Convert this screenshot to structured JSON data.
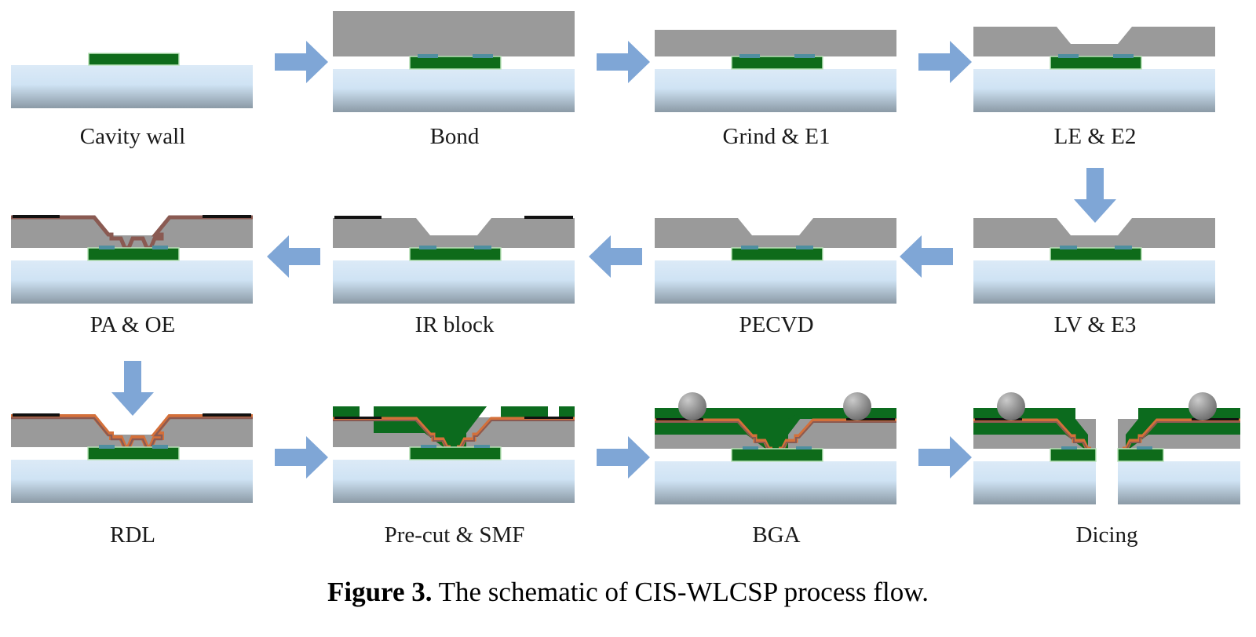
{
  "figure": {
    "caption_label": "Figure 3.",
    "caption_text": "The schematic of CIS-WLCSP process flow."
  },
  "colors": {
    "arrow": "#7fa6d6",
    "arrow_stroke": "#7fa6d6",
    "substrate_top": "#dceaf7",
    "substrate_mid": "#c3dcf0",
    "substrate_bottom": "#8b9aa6",
    "gray_layer": "#9a9a9a",
    "gray_layer_edge": "#8d8d8d",
    "green_die": "#0e6b1a",
    "green_die_edge": "#b8e2b8",
    "teal_pad": "#4e8fa0",
    "ir_black": "#111111",
    "pa_layer": "#8a5a52",
    "rdl_copper": "#d4703a",
    "rdl_copper_dark": "#7a3a20",
    "solder_mask": "#0c6b1e",
    "ball_light": "#c9c9c9",
    "ball_dark": "#6f6f6f",
    "background": "#ffffff"
  },
  "steps": [
    {
      "id": "cavity-wall",
      "label": "Cavity wall",
      "row": 1,
      "col": 1
    },
    {
      "id": "bond",
      "label": "Bond",
      "row": 1,
      "col": 2
    },
    {
      "id": "grind-e1",
      "label": "Grind & E1",
      "row": 1,
      "col": 3
    },
    {
      "id": "le-e2",
      "label": "LE & E2",
      "row": 1,
      "col": 4
    },
    {
      "id": "lv-e3",
      "label": "LV & E3",
      "row": 2,
      "col": 4
    },
    {
      "id": "pecvd",
      "label": "PECVD",
      "row": 2,
      "col": 3
    },
    {
      "id": "ir-block",
      "label": "IR block",
      "row": 2,
      "col": 2
    },
    {
      "id": "pa-oe",
      "label": "PA & OE",
      "row": 2,
      "col": 1
    },
    {
      "id": "rdl",
      "label": "RDL",
      "row": 3,
      "col": 1
    },
    {
      "id": "pre-cut-smf",
      "label": "Pre-cut & SMF",
      "row": 3,
      "col": 2
    },
    {
      "id": "bga",
      "label": "BGA",
      "row": 3,
      "col": 3
    },
    {
      "id": "dicing",
      "label": "Dicing",
      "row": 3,
      "col": 4
    }
  ],
  "arrows": [
    {
      "id": "arrow-cavity-to-bond",
      "direction": "right",
      "from": "cavity-wall",
      "to": "bond"
    },
    {
      "id": "arrow-bond-to-grind",
      "direction": "right",
      "from": "bond",
      "to": "grind-e1"
    },
    {
      "id": "arrow-grind-to-le",
      "direction": "right",
      "from": "grind-e1",
      "to": "le-e2"
    },
    {
      "id": "arrow-le-to-lv",
      "direction": "down",
      "from": "le-e2",
      "to": "lv-e3"
    },
    {
      "id": "arrow-lv-to-pecvd",
      "direction": "left",
      "from": "lv-e3",
      "to": "pecvd"
    },
    {
      "id": "arrow-pecvd-to-ir",
      "direction": "left",
      "from": "pecvd",
      "to": "ir-block"
    },
    {
      "id": "arrow-ir-to-pa",
      "direction": "left",
      "from": "ir-block",
      "to": "pa-oe"
    },
    {
      "id": "arrow-pa-to-rdl",
      "direction": "down",
      "from": "pa-oe",
      "to": "rdl"
    },
    {
      "id": "arrow-rdl-to-precut",
      "direction": "right",
      "from": "rdl",
      "to": "pre-cut-smf"
    },
    {
      "id": "arrow-precut-to-bga",
      "direction": "right",
      "from": "pre-cut-smf",
      "to": "bga"
    },
    {
      "id": "arrow-bga-to-dicing",
      "direction": "right",
      "from": "bga",
      "to": "dicing"
    }
  ],
  "legend_materials": [
    {
      "name": "silicon-substrate",
      "color": "#c3dcf0"
    },
    {
      "name": "carrier-glass",
      "color": "#9a9a9a"
    },
    {
      "name": "cavity-wall-dam",
      "color": "#0e6b1a"
    },
    {
      "name": "bond-pad",
      "color": "#4e8fa0"
    },
    {
      "name": "ir-block-film",
      "color": "#111111"
    },
    {
      "name": "passivation",
      "color": "#8a5a52"
    },
    {
      "name": "rdl-metal",
      "color": "#d4703a"
    },
    {
      "name": "solder-mask",
      "color": "#0c6b1e"
    },
    {
      "name": "solder-ball",
      "color": "#8a8a8a"
    }
  ]
}
